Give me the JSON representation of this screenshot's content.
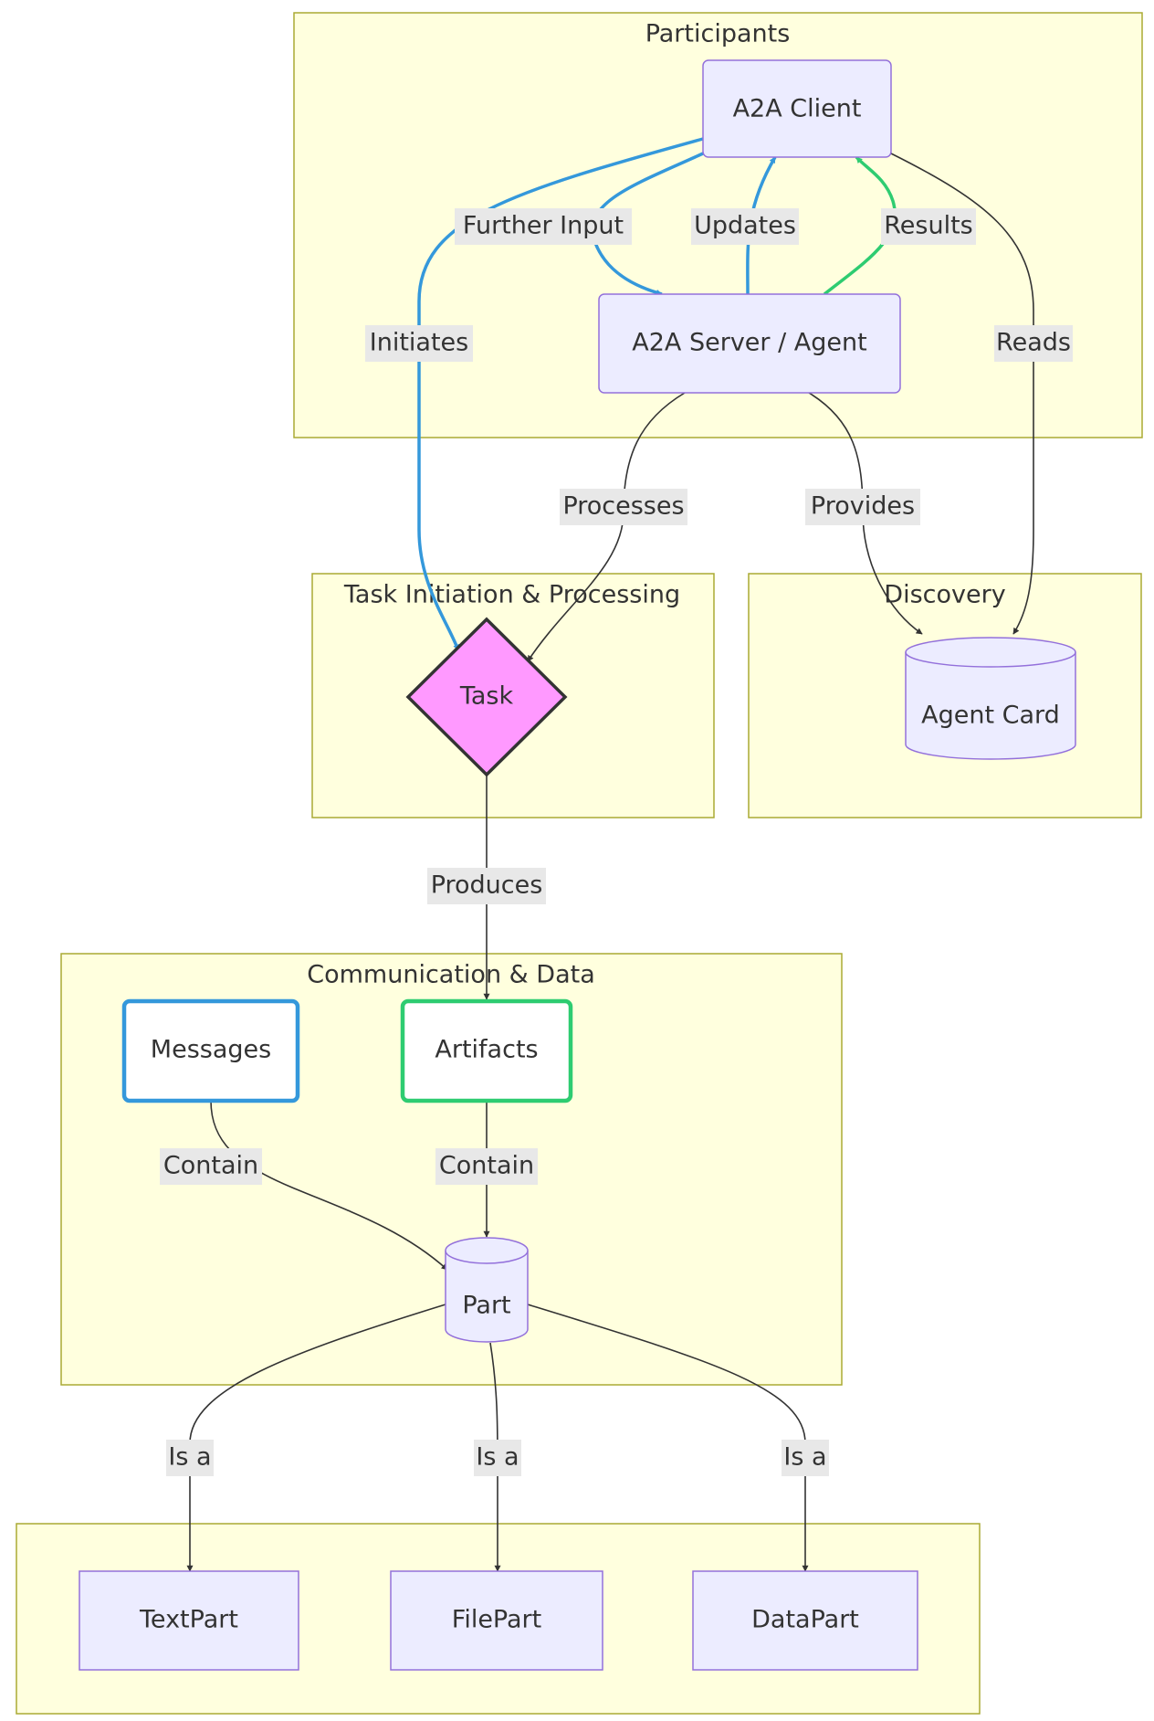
{
  "clusters": {
    "participants": "Participants",
    "task_processing": "Task Initiation & Processing",
    "discovery": "Discovery",
    "communication": "Communication & Data",
    "part_types": ""
  },
  "nodes": {
    "client": "A2A Client",
    "server": "A2A Server / Agent",
    "task": "Task",
    "agent_card": "Agent Card",
    "messages": "Messages",
    "artifacts": "Artifacts",
    "part": "Part",
    "text_part": "TextPart",
    "file_part": "FilePart",
    "data_part": "DataPart"
  },
  "edges": {
    "further_input": "Further Input",
    "updates": "Updates",
    "results": "Results",
    "initiates": "Initiates",
    "reads": "Reads",
    "processes": "Processes",
    "provides": "Provides",
    "produces": "Produces",
    "messages_contain": "Contain",
    "artifacts_contain": "Contain",
    "is_a_text": "Is a",
    "is_a_file": "Is a",
    "is_a_data": "Is a"
  },
  "colors": {
    "cluster_fill": "#ffffde",
    "cluster_stroke": "#aaaa33",
    "node_fill": "#ececff",
    "node_stroke": "#9370db",
    "task_fill": "#ff99ff",
    "message_flow": "#3498db",
    "artifact_flow": "#2ecc71",
    "edge_default": "#333333"
  }
}
